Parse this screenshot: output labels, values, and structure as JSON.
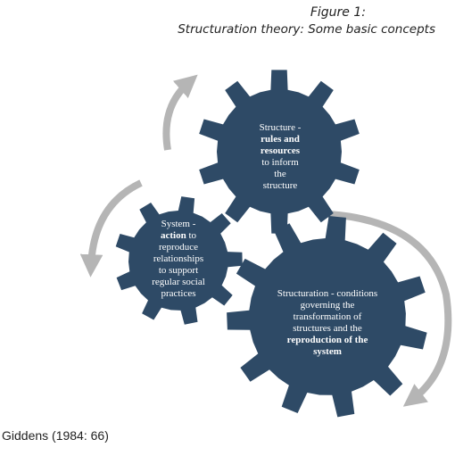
{
  "figure": {
    "title": "Figure 1:",
    "subtitle": "Structuration theory: Some basic concepts"
  },
  "gears": {
    "structure": {
      "line1": "Structure -",
      "line2": "rules and",
      "line3": "resources",
      "line4": "to inform",
      "line5": "the",
      "line6": "structure"
    },
    "system": {
      "line1": "System -",
      "line2_emph": "action",
      "line2_rest": " to",
      "line3": "reproduce",
      "line4": "relationships",
      "line5": "to support",
      "line6": "regular social",
      "line7": "practices"
    },
    "structuration": {
      "line1": "Structuration - conditions",
      "line2": "governing the",
      "line3": "transformation of",
      "line4": "structures and the",
      "line5": "reproduction of the",
      "line6": "system"
    }
  },
  "citation": "Giddens (1984: 66)",
  "colors": {
    "gear_fill": "#2e4a66",
    "arrow": "#b5b5b5",
    "text": "#ffffff"
  }
}
